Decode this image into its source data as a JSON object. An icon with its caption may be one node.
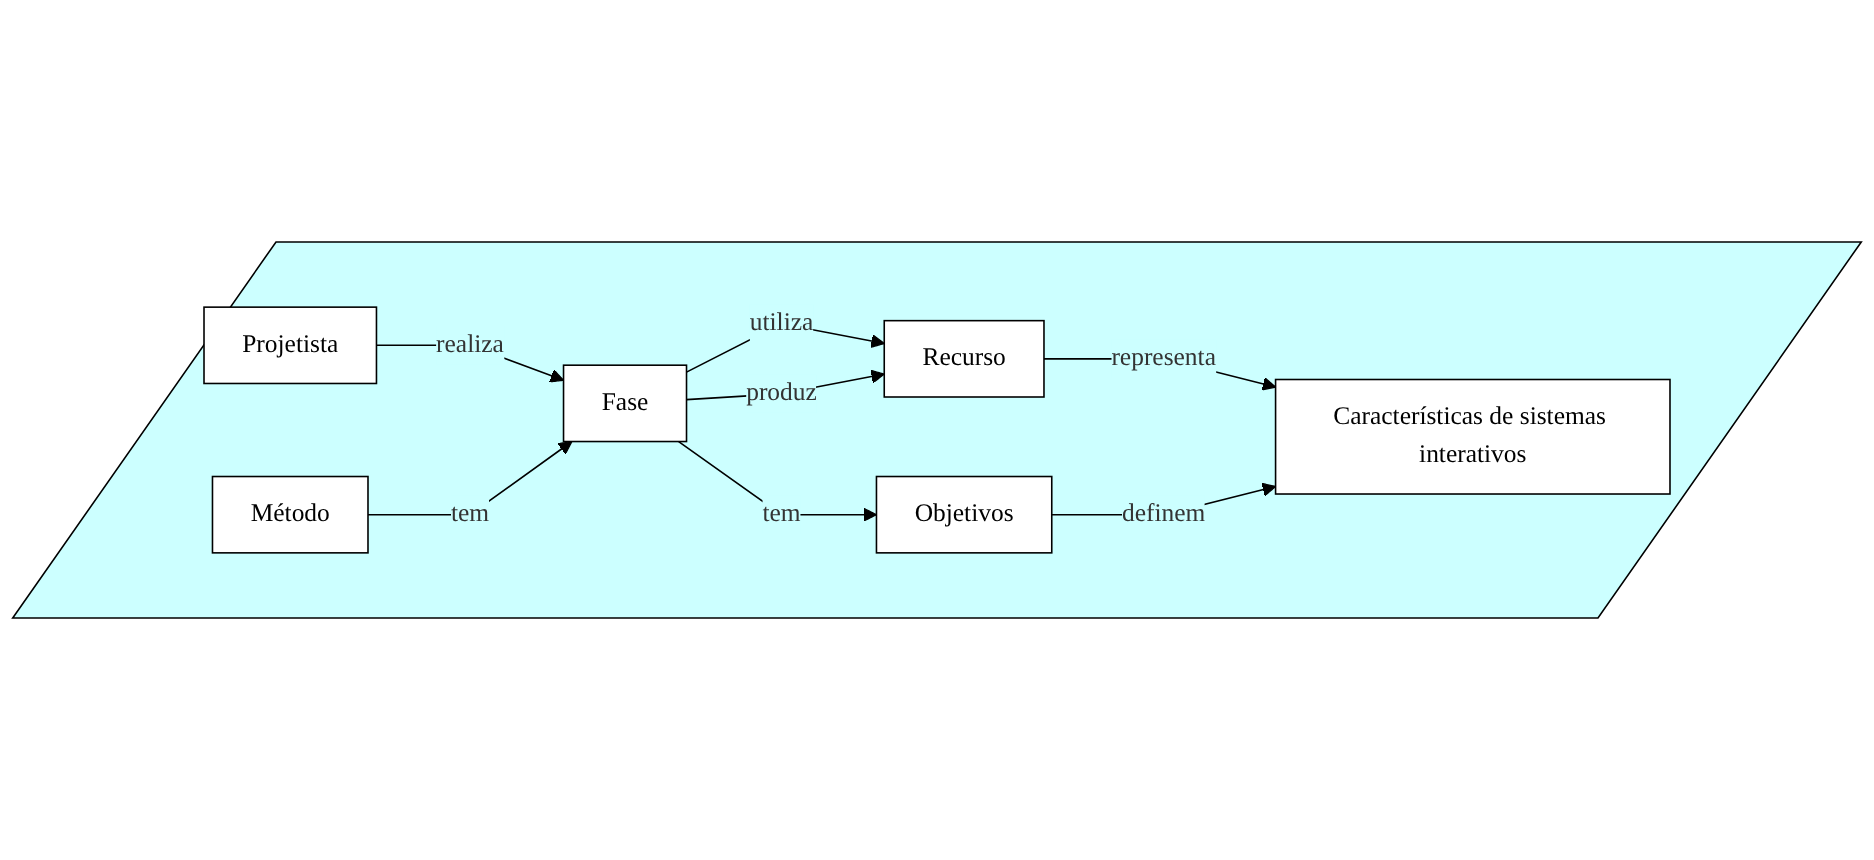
{
  "diagram": {
    "nodes": [
      {
        "text": [],
        "shape": "parallelogram"
      },
      {
        "text": [
          "Recurso"
        ],
        "in": 0
      },
      {
        "text": [
          "Características de sistemas interativos"
        ],
        "in": 0
      },
      {
        "text": [
          "Projetista"
        ],
        "in": 0
      },
      {
        "text": [
          "Fase"
        ],
        "in": 0
      },
      {
        "text": [
          "Objetivos"
        ],
        "in": 0
      },
      {
        "text": [
          "Método"
        ],
        "in": 0
      }
    ],
    "edges": [
      {
        "from": 1,
        "to": 2,
        "label": "representa",
        "arrow": "to"
      },
      {
        "from": 4,
        "to": 1,
        "label": "utiliza",
        "arrow": "to"
      },
      {
        "from": 4,
        "to": 1,
        "label": "produz",
        "arrow": "to"
      },
      {
        "from": 5,
        "to": 2,
        "label": "definem",
        "arrow": "to"
      },
      {
        "from": 3,
        "to": 4,
        "label": "realiza",
        "arrow": "to"
      },
      {
        "from": 4,
        "to": 5,
        "label": "tem",
        "arrow": "to"
      },
      {
        "from": 6,
        "to": 4,
        "label": "tem",
        "arrow": "to"
      }
    ]
  }
}
